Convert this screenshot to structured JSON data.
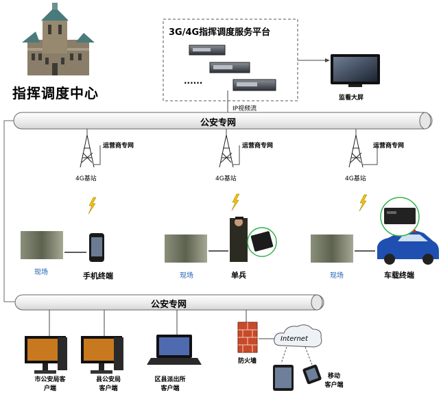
{
  "command_center": {
    "title": "指挥调度中心"
  },
  "platform": {
    "title": "3G/4G指挥调度服务平台",
    "ellipsis": "······"
  },
  "monitor": {
    "label": "监看大屏"
  },
  "link_label": "IP视频流",
  "top_network": {
    "label": "公安专网"
  },
  "bottom_network": {
    "label": "公安专网"
  },
  "branches": [
    {
      "carrier": "运营商专网",
      "base_station": "4G基站",
      "scene": "现场",
      "terminal": "手机终端"
    },
    {
      "carrier": "运营商专网",
      "base_station": "4G基站",
      "scene": "现场",
      "terminal": "单兵"
    },
    {
      "carrier": "运营商专网",
      "base_station": "4G基站",
      "scene": "现场",
      "terminal": "车载终端"
    }
  ],
  "clients": [
    {
      "label_line1": "市公安局客",
      "label_line2": "户端"
    },
    {
      "label_line1": "县公安局",
      "label_line2": "客户端"
    },
    {
      "label_line1": "区县派出所",
      "label_line2": "客户端"
    }
  ],
  "firewall": {
    "label": "防火墙"
  },
  "internet": {
    "label": "Internet"
  },
  "mobile_client": {
    "label_line1": "移动",
    "label_line2": "客户端"
  },
  "colors": {
    "pipe_fill": "#f4f4f4",
    "pipe_stroke": "#666666",
    "label_blue": "#1f5fb0",
    "signal": "#f2c200",
    "signal_ring": "#2fb34a"
  }
}
